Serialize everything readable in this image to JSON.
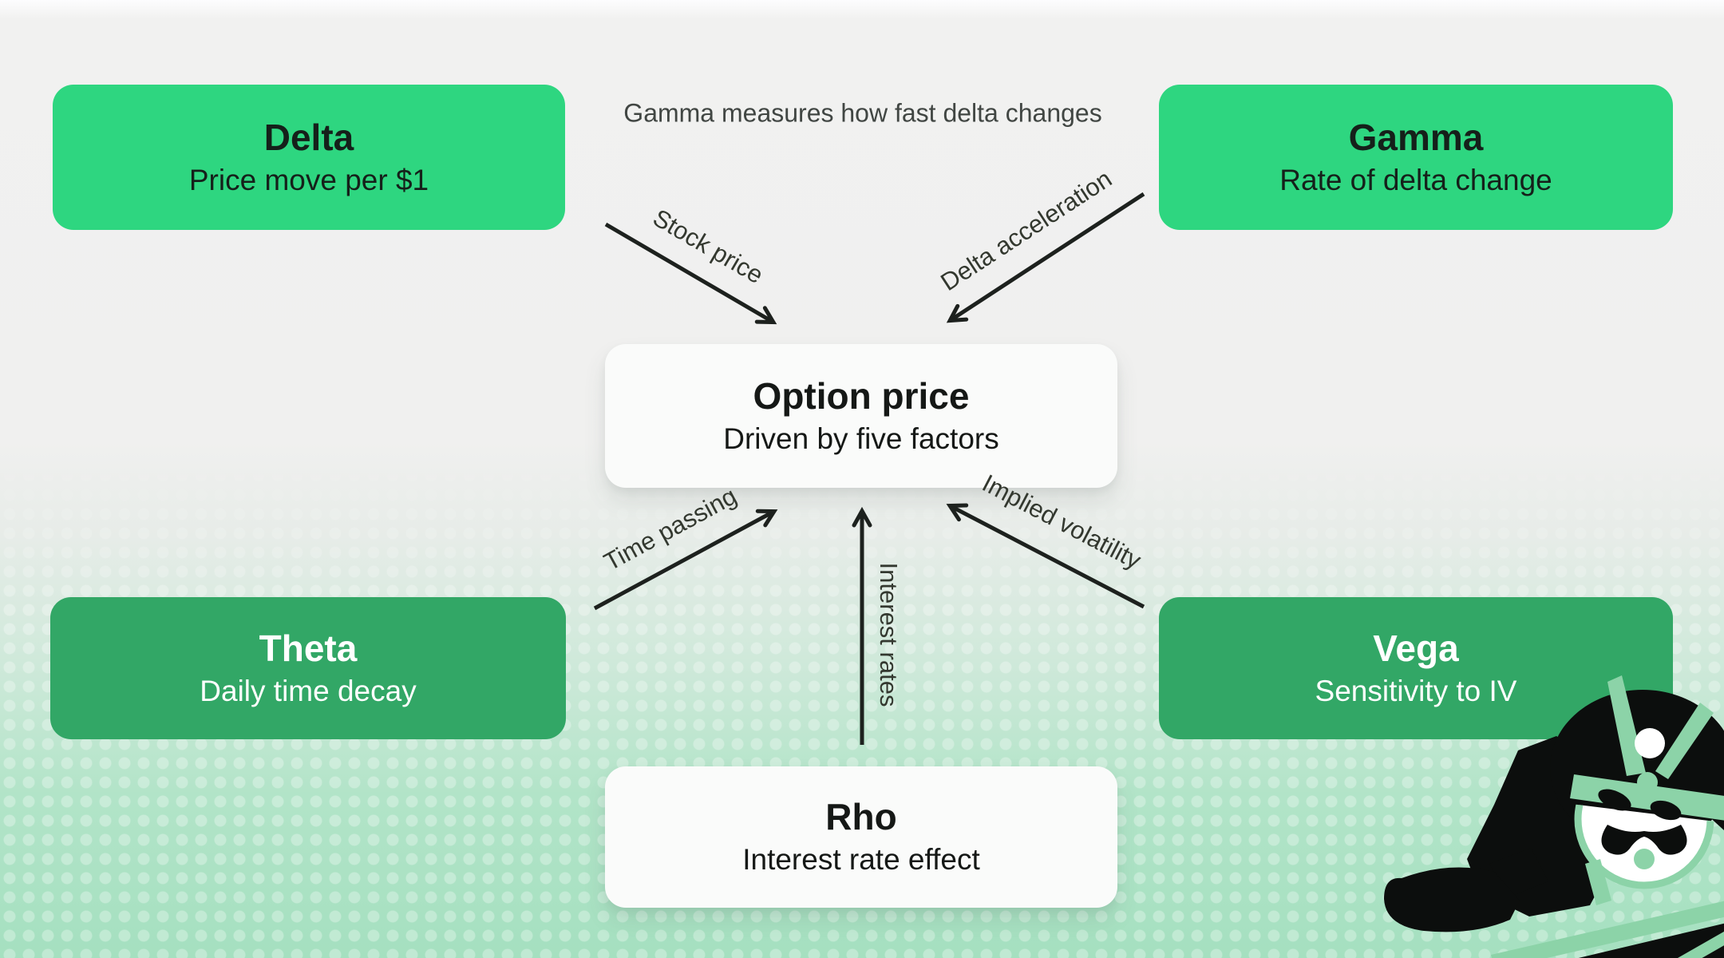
{
  "diagram": {
    "annotation": "Gamma measures how fast delta changes",
    "center": {
      "title": "Option price",
      "subtitle": "Driven by five factors"
    },
    "nodes": [
      {
        "id": "delta",
        "title": "Delta",
        "subtitle": "Price move per $1"
      },
      {
        "id": "gamma",
        "title": "Gamma",
        "subtitle": "Rate of delta change"
      },
      {
        "id": "theta",
        "title": "Theta",
        "subtitle": "Daily time decay"
      },
      {
        "id": "vega",
        "title": "Vega",
        "subtitle": "Sensitivity to IV"
      },
      {
        "id": "rho",
        "title": "Rho",
        "subtitle": "Interest rate effect"
      }
    ],
    "edges": [
      {
        "label": "Stock price"
      },
      {
        "label": "Delta acceleration"
      },
      {
        "label": "Time passing"
      },
      {
        "label": "Interest rates"
      },
      {
        "label": "Implied volatility"
      }
    ],
    "colors": {
      "bright_green": "#2ed680",
      "mid_green": "#32a766",
      "background_gray": "#f0f0f0",
      "background_green": "#a5e0c0",
      "card_white": "#fafbfa",
      "ink": "#1d211e"
    },
    "mascot": "samurai-snowboarder"
  }
}
